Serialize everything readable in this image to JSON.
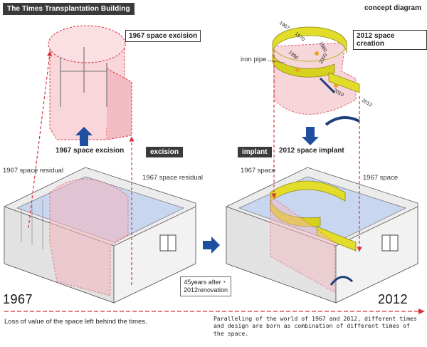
{
  "header": {
    "title": "The Times Transplantation Building",
    "subtitle": "concept diagram"
  },
  "labels": {
    "excision_box": "1967 space excision",
    "creation_box": "2012 space creation",
    "excision_center": "1967 space excision",
    "excision_tag": "excision",
    "implant_tag": "implant",
    "implant_center": "2012 space implant",
    "residual_left": "1967 space residual",
    "residual_right": "1967 space residual",
    "space_left": "1967 space",
    "space_right": "1967 space",
    "iron_pipe": "iron pipe"
  },
  "pipe_years": [
    "1967",
    "1970",
    "1980",
    "1990",
    "2000",
    "2010",
    "2012"
  ],
  "timeline": {
    "start": "1967",
    "end": "2012",
    "note_line1": "45years after・",
    "note_line2": "2012renovation"
  },
  "captions": {
    "left": "Loss of value of the space left behind the times.",
    "right": "Paralleling of the world of 1967 and 2012, different times and design are born as combination of different times of the space."
  },
  "colors": {
    "dark": "#3a3a3a",
    "red_dash": "#d8323a",
    "pink_fill": "#f6c6cc",
    "yellow": "#e2dd2a",
    "blue_arrow": "#1f4f9e",
    "wall": "#e9e9e9",
    "floor_blue": "#c6d4ee"
  }
}
